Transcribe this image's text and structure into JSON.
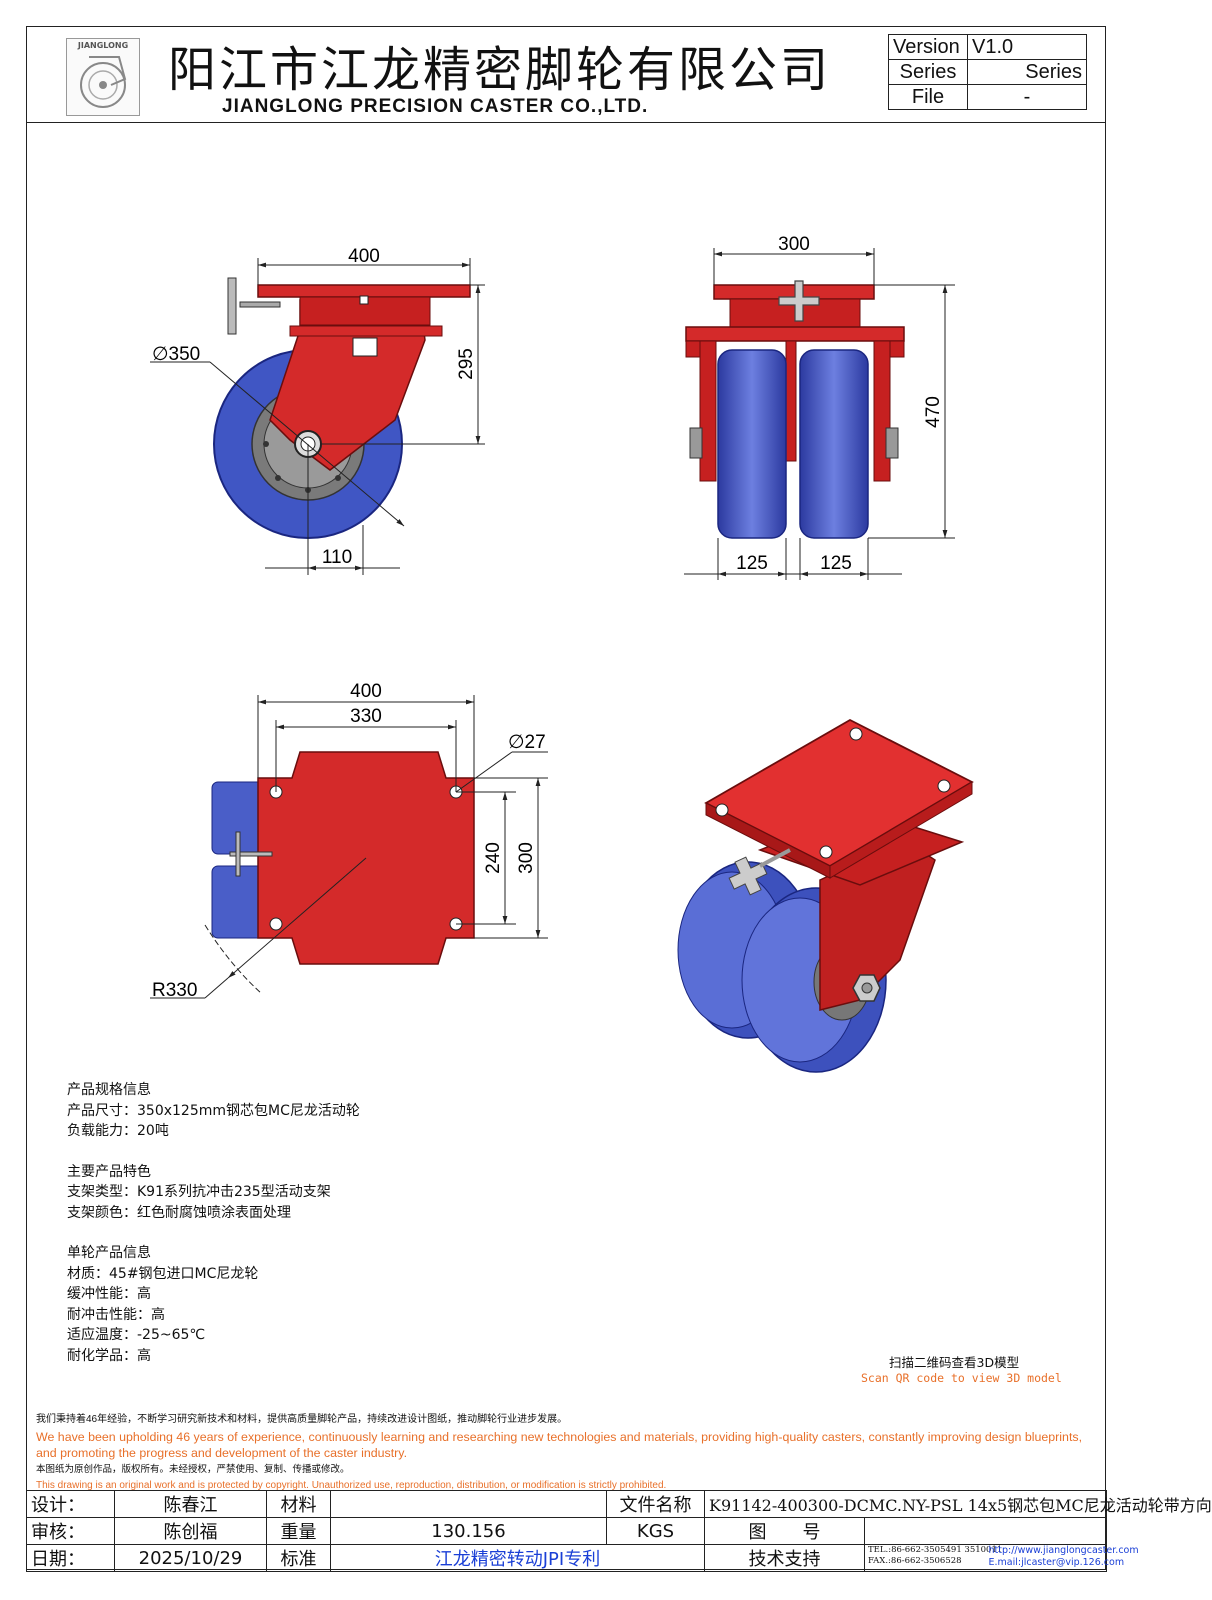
{
  "header": {
    "logo_text": "JIANGLONG",
    "company_cn": "阳江市江龙精密脚轮有限公司",
    "company_en": "JIANGLONG PRECISION CASTER CO.,LTD.",
    "version_label": "Version",
    "version_value": "V1.0",
    "series_label": "Series",
    "series_value": "Series",
    "file_label": "File",
    "file_value": "-"
  },
  "dimensions": {
    "side_width": "400",
    "side_height": "295",
    "wheel_dia": "∅350",
    "offset": "110",
    "front_width": "300",
    "front_height": "470",
    "wheel_width_left": "125",
    "wheel_width_right": "125",
    "top_width": "400",
    "bolt_span_x": "330",
    "hole_dia": "∅27",
    "bolt_span_y": "240",
    "top_depth": "300",
    "swivel_radius": "R330"
  },
  "specs": {
    "product_title": "产品规格信息",
    "size": "产品尺寸：350x125mm钢芯包MC尼龙活动轮",
    "load": "负载能力：20吨",
    "features_title": "主要产品特色",
    "bracket_type": "支架类型：K91系列抗冲击235型活动支架",
    "bracket_color": "支架颜色：红色耐腐蚀喷涂表面处理",
    "wheel_title": "单轮产品信息",
    "material": "材质：45#钢包进口MC尼龙轮",
    "cushion": "缓冲性能：高",
    "impact": "耐冲击性能：高",
    "temperature": "适应温度：-25~65℃",
    "chemical": "耐化学品：高"
  },
  "qr": {
    "cn": "扫描二维码查看3D模型",
    "en": "Scan QR code to view 3D model"
  },
  "statement": {
    "cn1": "我们秉持着46年经验，不断学习研究新技术和材料，提供高质量脚轮产品，持续改进设计图纸，推动脚轮行业进步发展。",
    "en1": "We have been upholding 46 years of experience, continuously learning and researching new technologies and materials, providing high-quality casters, constantly improving design blueprints, and promoting the progress and development of the caster industry.",
    "cn2": "本图纸为原创作品，版权所有。未经授权，严禁使用、复制、传播或修改。",
    "en2": "This drawing is an original work and is protected by copyright. Unauthorized use, reproduction, distribution, or modification is strictly prohibited."
  },
  "title_block": {
    "design_label": "设计：",
    "designer": "陈春江",
    "material_label": "材料",
    "material_value": "",
    "file_name_label": "文件名称",
    "file_name": "K91142-400300-DCMC.NY-PSL 14x5钢芯包MC尼龙活动轮带方向",
    "review_label": "审核：",
    "reviewer": "陈创福",
    "weight_label": "重量",
    "weight_value": "130.156",
    "weight_unit": "KGS",
    "drawing_no_label": "图　　号",
    "drawing_no": "",
    "date_label": "日期：",
    "date_value": "2025/10/29",
    "standard_label": "标准",
    "standard_value": "江龙精密转动JPI专利",
    "support_label": "技术支持",
    "tel": "TEL.:86-662-3505491 3510011",
    "fax": "FAX.:86-662-3506528",
    "website": "http://www.jianglongcaster.com",
    "email": "E.mail:jlcaster@vip.126.com"
  },
  "colors": {
    "bracket_red": "#d42a2a",
    "wheel_blue": "#4a5ec8",
    "accent_orange": "#e8702a",
    "link_blue": "#1a3fd6"
  }
}
